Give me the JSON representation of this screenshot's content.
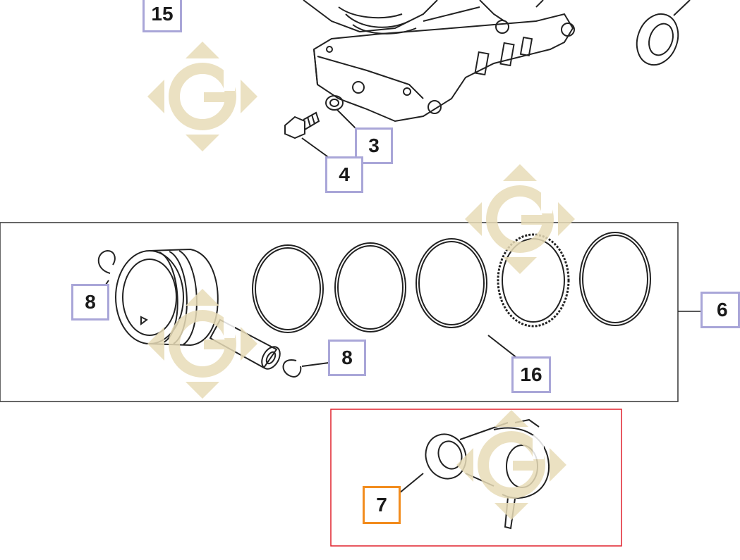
{
  "callouts": {
    "c15": "15",
    "c3": "3",
    "c4": "4",
    "c8a": "8",
    "c8b": "8",
    "c16": "16",
    "c6": "6",
    "c7": "7"
  },
  "selected_callout": "7",
  "colors": {
    "callout_border": "#a9a6d8",
    "selected_border": "#f28c1e",
    "selection_frame": "#e0202c",
    "watermark": "#e8dcb8",
    "line": "#222222"
  },
  "watermark_icon": "g-logo-diamond"
}
